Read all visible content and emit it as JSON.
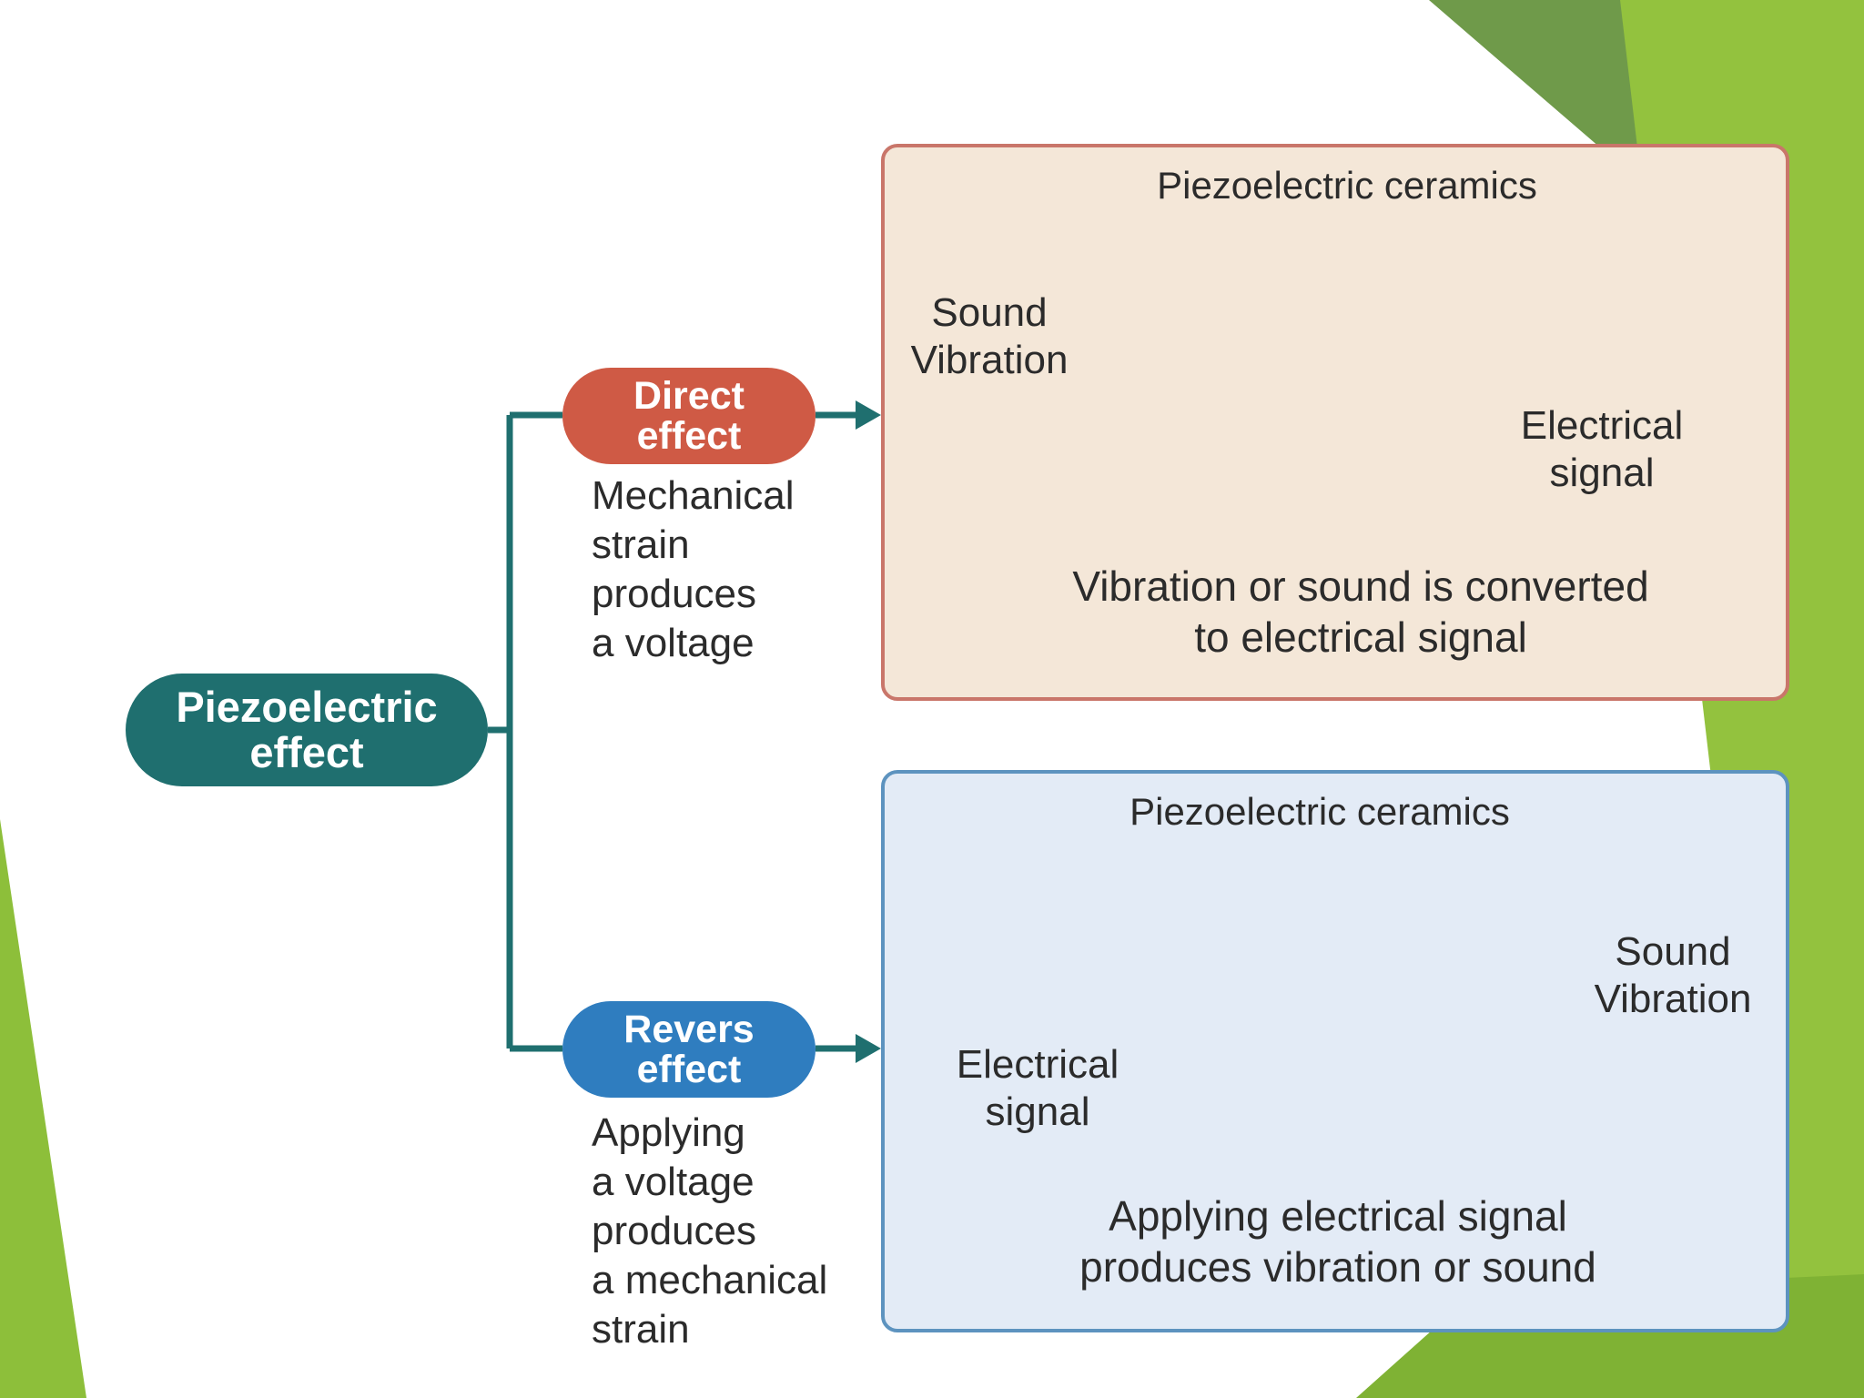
{
  "root": {
    "line1": "Piezoelectric",
    "line2": "effect"
  },
  "direct": {
    "label_line1": "Direct",
    "label_line2": "effect",
    "description": [
      "Mechanical",
      "strain",
      "produces",
      "a voltage"
    ],
    "panel": {
      "title": "Piezoelectric ceramics",
      "left_label": [
        "Sound",
        "Vibration"
      ],
      "right_label": [
        "Electrical",
        "signal"
      ],
      "caption": [
        "Vibration or sound is converted",
        "to electrical signal"
      ]
    }
  },
  "reverse": {
    "label_line1": "Revers",
    "label_line2": "effect",
    "description": [
      "Applying",
      "a voltage",
      "produces",
      "a mechanical",
      "strain"
    ],
    "panel": {
      "title": "Piezoelectric ceramics",
      "left_label": [
        "Electrical",
        "signal"
      ],
      "right_label": [
        "Sound",
        "Vibration"
      ],
      "caption": [
        "Applying electrical signal",
        "produces vibration or sound"
      ]
    }
  },
  "colors": {
    "root": "#1f6f6f",
    "direct": "#cf5a45",
    "reverse": "#2f7dbf",
    "wave": "#c46a5c",
    "sound_waves": "#b87aa6",
    "slide_green": "#8dbf3a"
  },
  "icons": [
    "piezo-disc-icon",
    "sine-wave-icon",
    "sound-wave-icon",
    "arrow-right-icon"
  ]
}
